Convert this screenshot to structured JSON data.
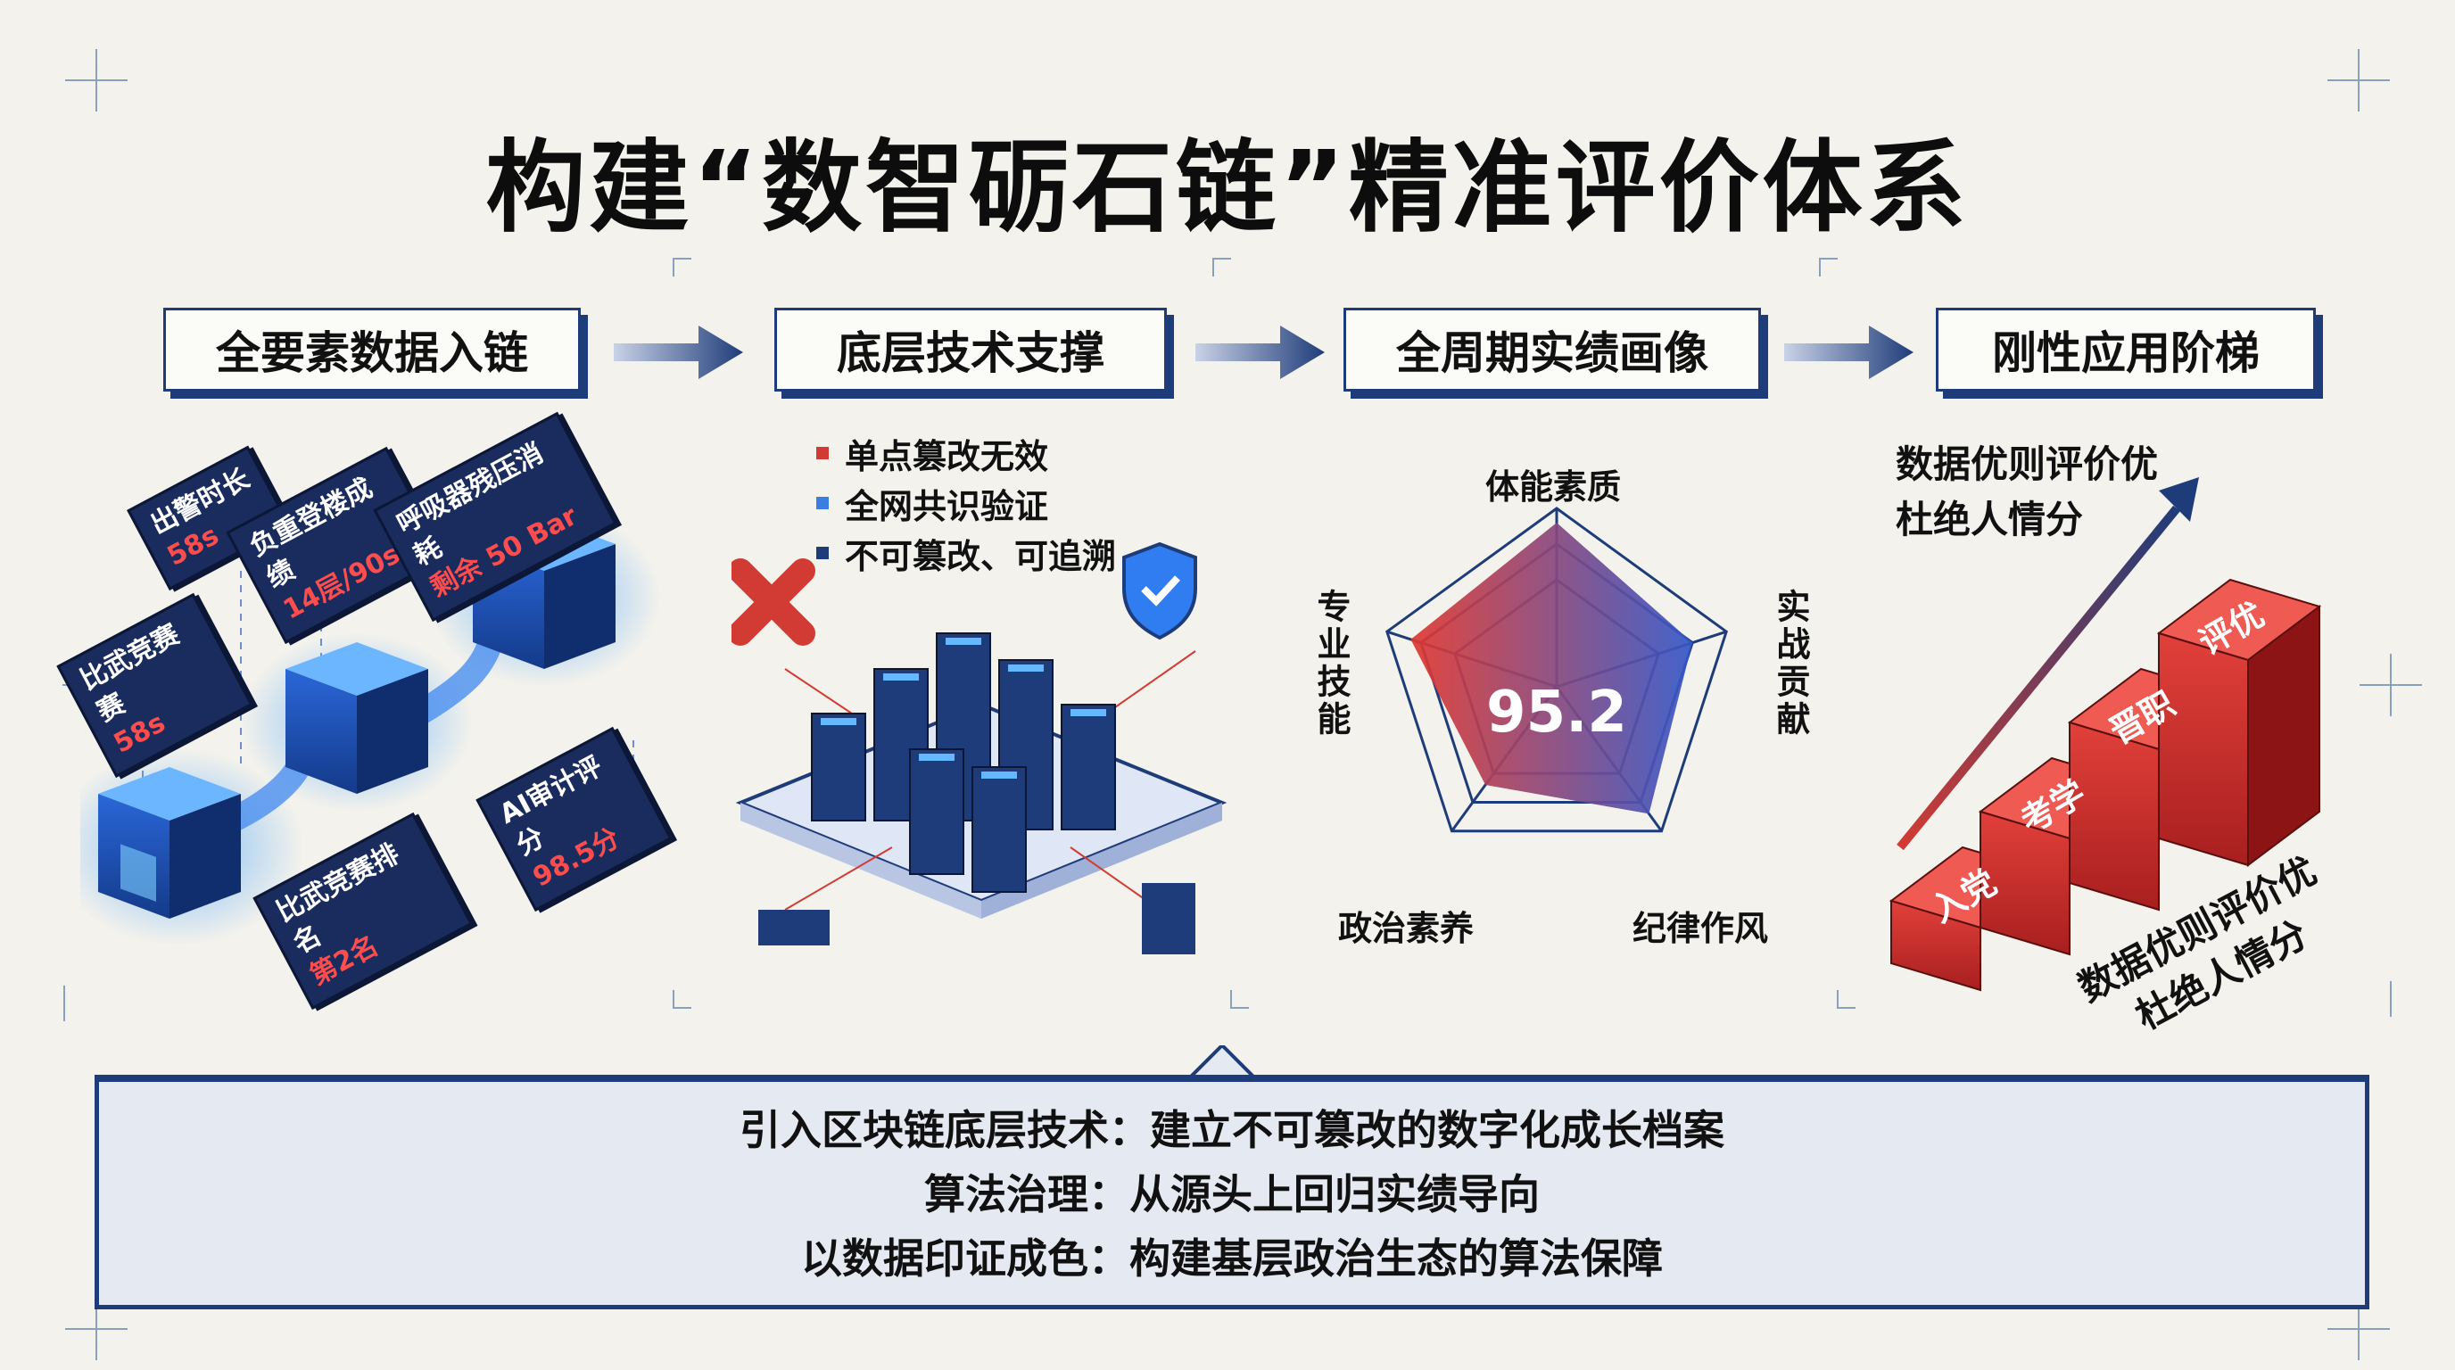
{
  "title": "构建“数智砺石链”精准评价体系",
  "steps": [
    "全要素数据入链",
    "底层技术支撑",
    "全周期实绩画像",
    "刚性应用阶梯"
  ],
  "chain_labels": [
    {
      "name": "出警时长",
      "value": "58s"
    },
    {
      "name": "负重登楼成绩",
      "value": "14层/90s"
    },
    {
      "name": "呼吸器残压消耗",
      "value": "剩余 50 Bar"
    },
    {
      "name": "比武竞赛赛",
      "value": "58s"
    },
    {
      "name": "比武竞赛排名",
      "value": "第2名"
    },
    {
      "name": "AI审计评分",
      "value": "98.5分"
    }
  ],
  "tech_bullets": [
    {
      "text": "单点篡改无效",
      "color": "#d23b33"
    },
    {
      "text": "全网共识验证",
      "color": "#3b7de0"
    },
    {
      "text": "不可篡改、可追溯",
      "color": "#1f3c7a"
    }
  ],
  "radar": {
    "score": "95.2",
    "axes": [
      "体能素质",
      "实战贡献",
      "纪律作风",
      "政治素养",
      "专业技能"
    ]
  },
  "chart_data": {
    "type": "radar",
    "categories": [
      "体能素质",
      "实战贡献",
      "纪律作风",
      "政治素养",
      "专业技能"
    ],
    "values": [
      0.92,
      0.8,
      0.88,
      0.68,
      0.86
    ],
    "max": 1,
    "center_value": "95.2"
  },
  "ladder": {
    "steps": [
      "入党",
      "考学",
      "晋职",
      "评优"
    ],
    "arrow_text": [
      "数据优则评价优",
      "杜绝人情分"
    ],
    "side_text": [
      "数据优则评价优",
      "杜绝人情分"
    ]
  },
  "summary": [
    "引入区块链底层技术：建立不可篡改的数字化成长档案",
    "算法治理：从源头上回归实绩导向",
    "以数据印证成色：构建基层政治生态的算法保障"
  ],
  "colors": {
    "navy": "#1f3c7a",
    "red": "#d23b33",
    "blue": "#2f7df0",
    "bg": "#f3f2ec"
  }
}
